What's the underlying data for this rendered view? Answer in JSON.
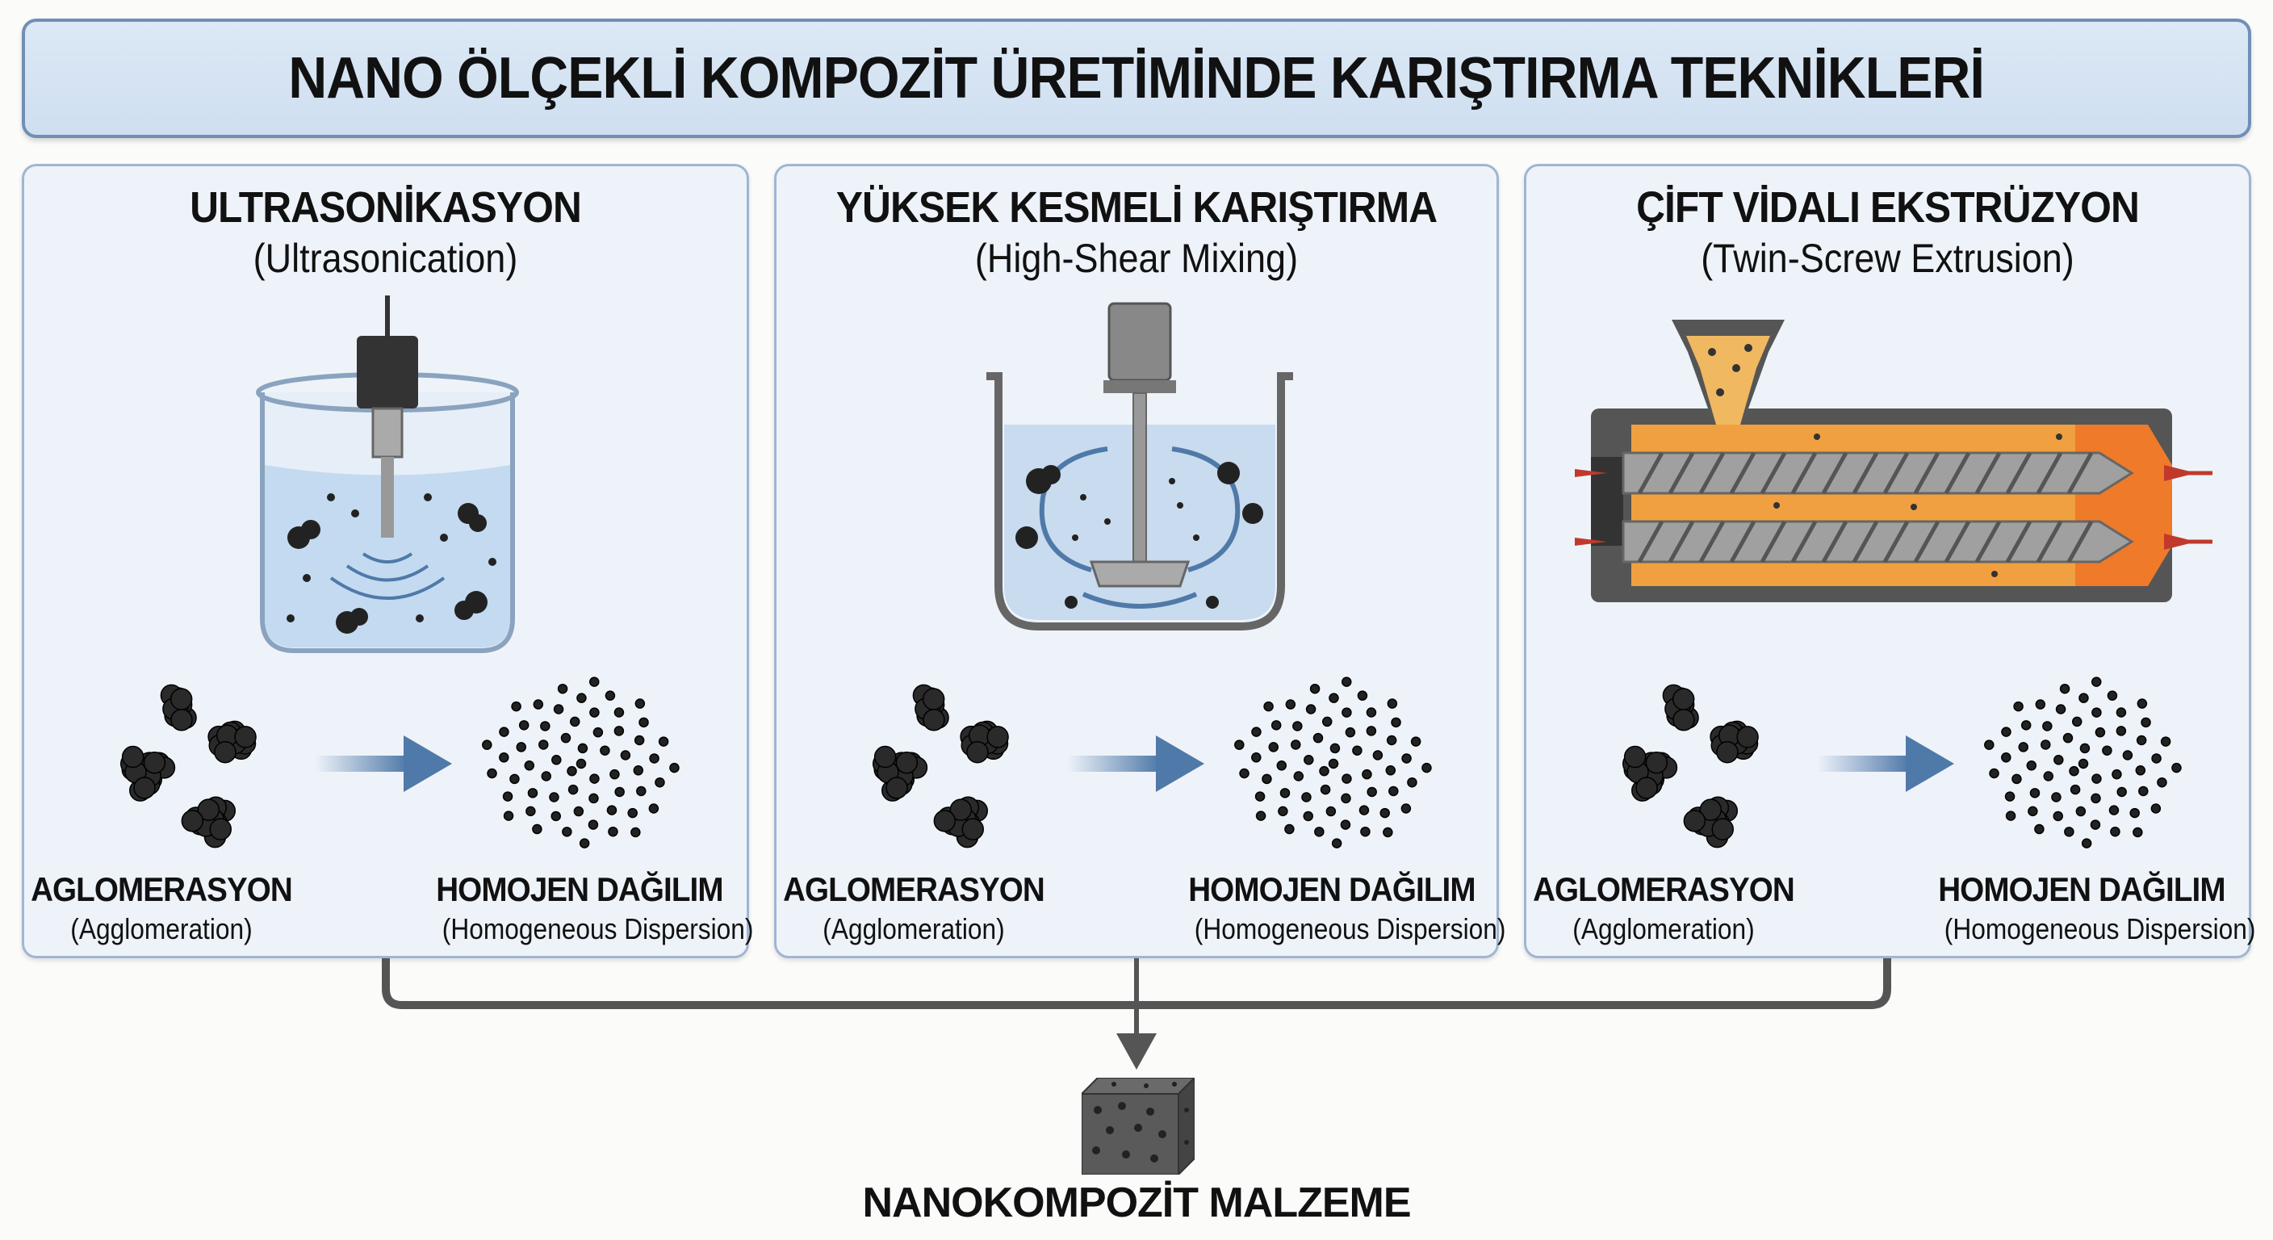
{
  "title": "NANO ÖLÇEKLİ KOMPOZİT ÜRETİMİNDE KARIŞTIRMA TEKNİKLERİ",
  "panels": [
    {
      "heading": "ULTRASONİKASYON",
      "subtitle": "(Ultrasonication)",
      "left_label": "AGLOMERASYON",
      "left_sub": "(Agglomeration)",
      "right_label": "HOMOJEN DAĞILIM",
      "right_sub": "(Homogeneous Dispersion)",
      "icon": "ultrasonic-beaker"
    },
    {
      "heading": "YÜKSEK KESMELİ KARIŞTIRMA",
      "subtitle": "(High-Shear Mixing)",
      "left_label": "AGLOMERASYON",
      "left_sub": "(Agglomeration)",
      "right_label": "HOMOJEN DAĞILIM",
      "right_sub": "(Homogeneous Dispersion)",
      "icon": "high-shear-mixer"
    },
    {
      "heading": "ÇİFT VİDALI EKSTRÜZYON",
      "subtitle": "(Twin-Screw Extrusion)",
      "left_label": "AGLOMERASYON",
      "left_sub": "(Agglomeration)",
      "right_label": "HOMOJEN DAĞILIM",
      "right_sub": "(Homogeneous Dispersion)",
      "icon": "twin-screw-extruder"
    }
  ],
  "result": {
    "label": "NANOKOMPOZİT MALZEME",
    "icon": "nanocomposite-cube"
  },
  "colors": {
    "title_bg": "#d4e2f2",
    "panel_bg": "#eef3fa",
    "border": "#9fb6d2",
    "arrow": "#4f79a8",
    "connector": "#555555",
    "melt": "#f0a040"
  }
}
